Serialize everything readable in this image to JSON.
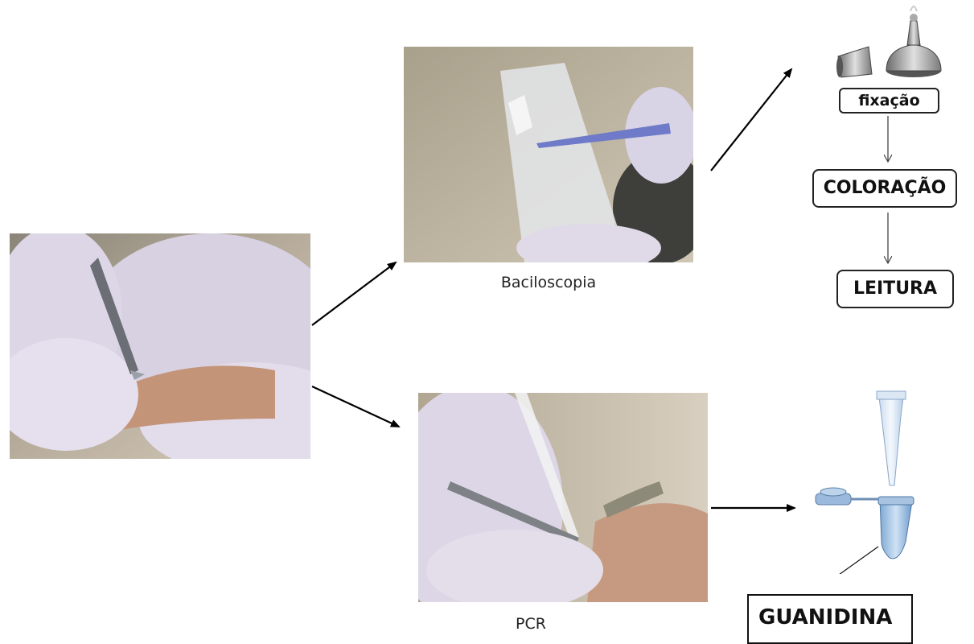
{
  "photos": {
    "sample": {
      "description": "scalpel scraping skin with gloved hand"
    },
    "smear": {
      "description": "glass slide with forceps"
    },
    "pcr": {
      "description": "pipette and forceps over wrist"
    }
  },
  "captions": {
    "smear": "Baciloscopia",
    "pcr": "PCR"
  },
  "smear_steps": [
    "fixação",
    "COLORAÇÃO",
    "LEITURA"
  ],
  "pcr_reagent": "GUANIDINA",
  "colors": {
    "glove": "#d9d3e6",
    "skin": "#c99a82",
    "arrow": "#000000",
    "tube": "#9ec3e6"
  }
}
